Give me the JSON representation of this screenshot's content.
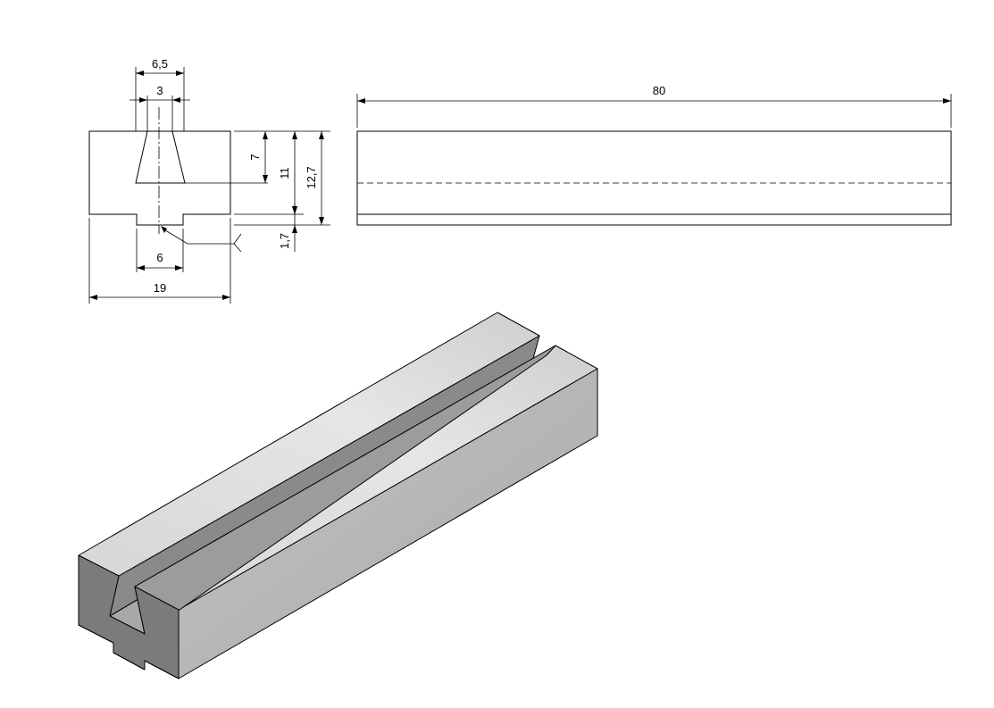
{
  "dimensions": {
    "top_width": "6,5",
    "gap_width": "3",
    "slot_depth": "7",
    "bar_height": "11",
    "total_height": "12,7",
    "rib_height": "1,7",
    "rib_width": "6",
    "overall_width": "19",
    "length": "80"
  },
  "colors": {
    "face_top": "#dedede",
    "face_front": "#c8c8c8",
    "face_end": "#7d7d7d",
    "face_slot_wall": "#8e8e8e",
    "face_slot_floor": "#b0b0b0",
    "edge": "#000000"
  }
}
